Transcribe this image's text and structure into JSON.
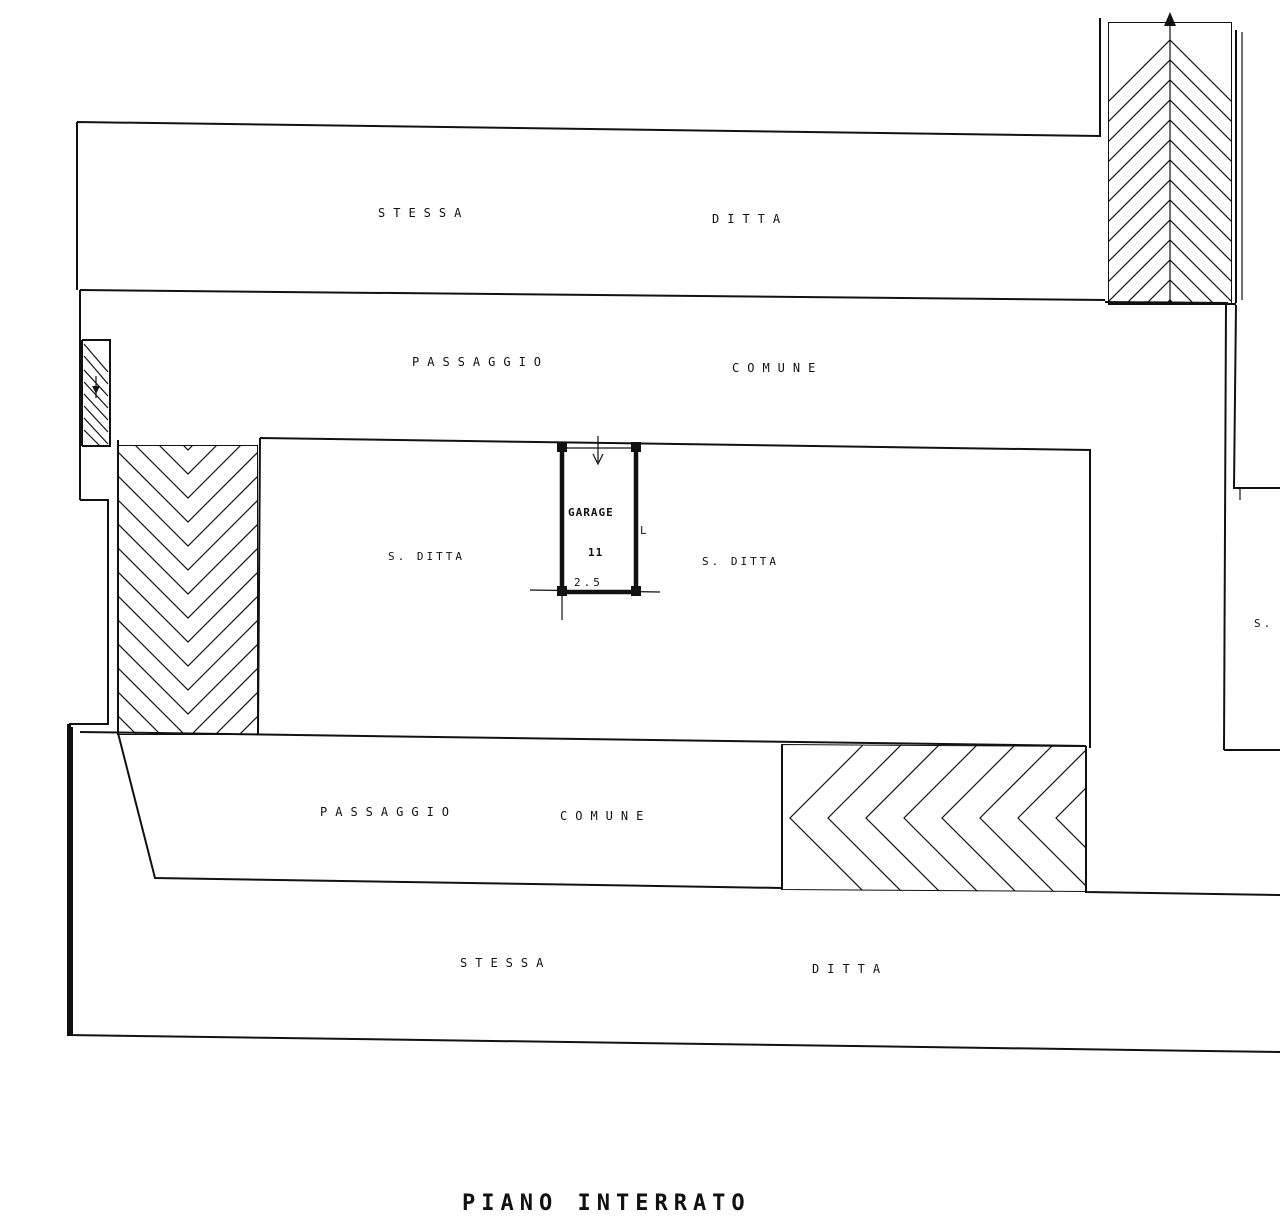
{
  "plan": {
    "title": "PIANO INTERRATO",
    "labels": {
      "top_left": "STESSA",
      "top_right": "DITTA",
      "corridor_upper_left": "PASSAGGIO",
      "corridor_upper_right": "COMUNE",
      "middle_left": "S. DITTA",
      "middle_right": "S. DITTA",
      "garage": "GARAGE",
      "garage_number": "11",
      "garage_dim": "2.5",
      "garage_side_mark": "L",
      "corridor_lower_left": "PASSAGGIO",
      "corridor_lower_right": "COMUNE",
      "bottom_left": "STESSA",
      "bottom_right": "DITTA",
      "edge_right": "S."
    }
  }
}
